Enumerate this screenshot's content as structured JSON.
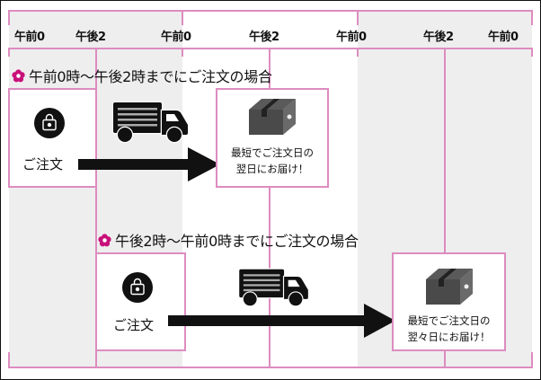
{
  "timeline": {
    "ticks": [
      "午前0",
      "午後2",
      "午前0",
      "午後2",
      "午前0",
      "午後2",
      "午前0"
    ]
  },
  "section1": {
    "title": "午前0時～午後2時までにご注文の場合",
    "order_label": "ご注文",
    "delivery_line1": "最短でご注文日の",
    "delivery_line2": "翌日にお届け！"
  },
  "section2": {
    "title": "午後2時～午前0時までにご注文の場合",
    "order_label": "ご注文",
    "delivery_line1": "最短でご注文日の",
    "delivery_line2": "翌々日にお届け！"
  },
  "icons": {
    "flower": "flower-icon",
    "order": "shopping-bag-icon",
    "truck": "delivery-truck-icon",
    "box": "package-box-icon"
  },
  "colors": {
    "accent_pink": "#dd8cc0",
    "flower_magenta": "#c8107a",
    "shade_gray": "#eeeeee",
    "ink": "#111111"
  }
}
